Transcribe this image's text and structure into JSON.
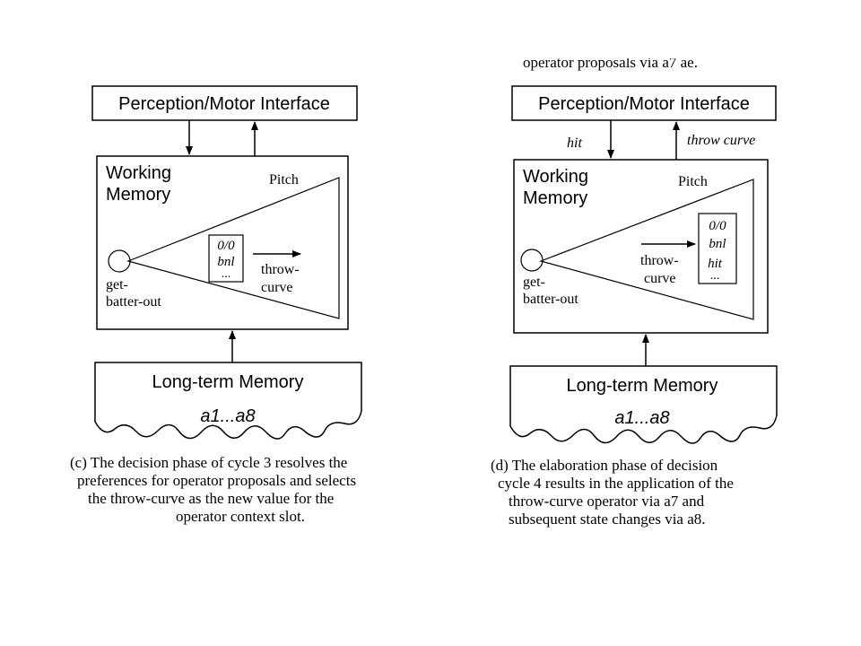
{
  "top_cut_text": "operator proposals via a7 ae.",
  "panel_c": {
    "interface_label": "Perception/Motor Interface",
    "working_memory_label": [
      "Working",
      "Memory"
    ],
    "pitch_label": "Pitch",
    "state_node_label": [
      "get-",
      "batter-out"
    ],
    "state_box_lines": [
      "0/0",
      "bnl",
      "..."
    ],
    "operator_label": [
      "throw-",
      "curve"
    ],
    "ltm_label": "Long-term Memory",
    "ltm_rules": "a1...a8",
    "caption": [
      "(c) The decision phase of cycle 3 resolves the",
      "preferences for operator proposals and selects",
      "the throw-curve as the new value for  the",
      "operator context slot."
    ]
  },
  "panel_d": {
    "interface_label": "Perception/Motor Interface",
    "input_label": "hit",
    "output_label": "throw curve",
    "working_memory_label": [
      "Working",
      "Memory"
    ],
    "pitch_label": "Pitch",
    "state_node_label": [
      "get-",
      "batter-out"
    ],
    "state_box_lines": [
      "0/0",
      "bnl",
      "hit",
      "..."
    ],
    "operator_label": [
      "throw-",
      "curve"
    ],
    "ltm_label": "Long-term Memory",
    "ltm_rules": "a1...a8",
    "caption": [
      "(d) The elaboration phase of decision",
      "cycle 4 results in the application of the",
      "throw-curve operator via a7 and",
      "subsequent state changes via a8."
    ]
  }
}
